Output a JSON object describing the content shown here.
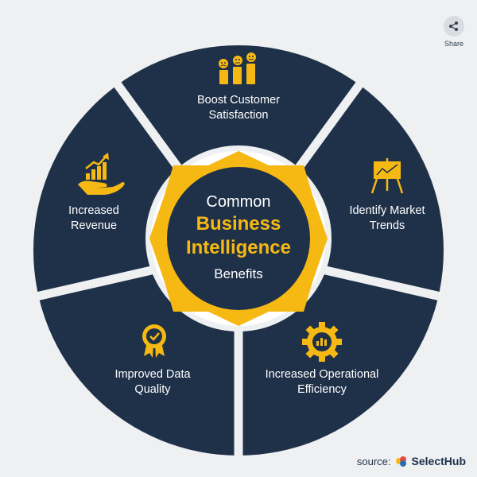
{
  "title": {
    "line1": "Common",
    "line2": "Business",
    "line3": "Intelligence",
    "line4": "Benefits"
  },
  "segments": [
    {
      "lines": [
        "Boost Customer",
        "Satisfaction"
      ],
      "icon": "emoji-bars-icon"
    },
    {
      "lines": [
        "Identify Market",
        "Trends"
      ],
      "icon": "chart-easel-icon"
    },
    {
      "lines": [
        "Increased Operational",
        "Efficiency"
      ],
      "icon": "gear-chart-icon"
    },
    {
      "lines": [
        "Improved Data",
        "Quality"
      ],
      "icon": "award-check-icon"
    },
    {
      "lines": [
        "Increased",
        "Revenue"
      ],
      "icon": "hand-growth-icon"
    }
  ],
  "share": {
    "label": "Share"
  },
  "source": {
    "prefix": "source:",
    "brand": "SelectHub"
  },
  "colors": {
    "navy": "#1f3149",
    "gold": "#f6b913",
    "background": "#eef0f2"
  }
}
